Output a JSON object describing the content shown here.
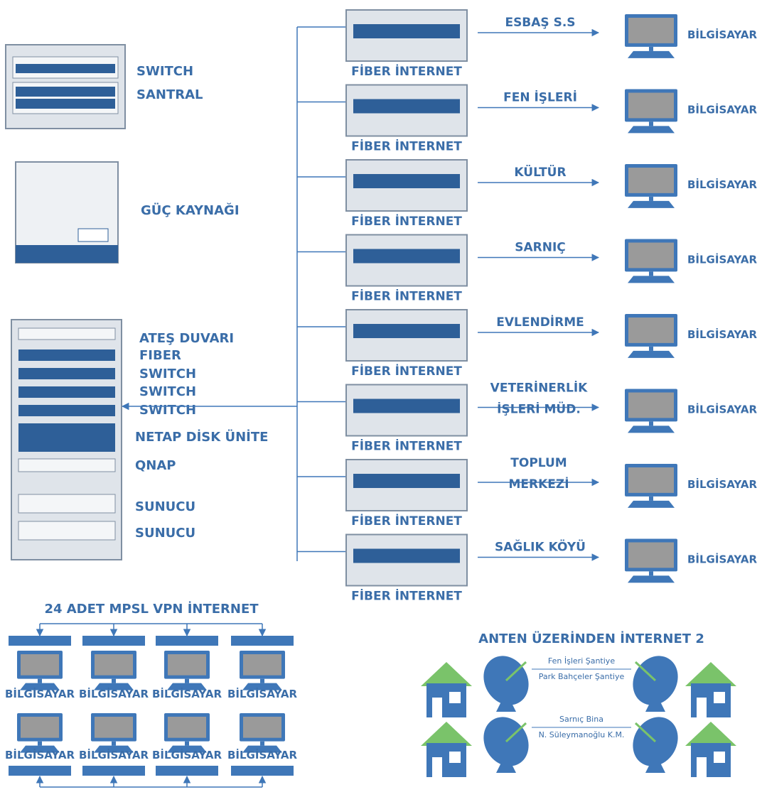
{
  "colors": {
    "blue": "#3f77b8",
    "dark_blue": "#1f5f9e",
    "rack_frame": "#dfe4ea",
    "rack_stroke": "#7f8fa2",
    "screen": "#9a9a9a",
    "house": "#3f77b8",
    "roof": "#7ac36a",
    "text": "#3a6da8"
  },
  "left_rack_top": {
    "labels": [
      "SWITCH",
      "SANTRAL"
    ]
  },
  "power_supply": {
    "label": "GÜÇ KAYNAĞI"
  },
  "main_rack": {
    "labels": [
      "ATEŞ DUVARI",
      "FIBER",
      "SWITCH",
      "SWITCH",
      "SWITCH",
      "NETAP DİSK ÜNİTE",
      "QNAP",
      "SUNUCU",
      "SUNUCU"
    ]
  },
  "branches": [
    {
      "device": "FİBER İNTERNET",
      "site": [
        "ESBAŞ S.S"
      ],
      "pc": "BİLGİSAYAR"
    },
    {
      "device": "FİBER İNTERNET",
      "site": [
        "FEN İŞLERİ"
      ],
      "pc": "BİLGİSAYAR"
    },
    {
      "device": "FİBER İNTERNET",
      "site": [
        "KÜLTÜR"
      ],
      "pc": "BİLGİSAYAR"
    },
    {
      "device": "FİBER İNTERNET",
      "site": [
        "SARNIÇ"
      ],
      "pc": "BİLGİSAYAR"
    },
    {
      "device": "FİBER İNTERNET",
      "site": [
        "EVLENDİRME"
      ],
      "pc": "BİLGİSAYAR"
    },
    {
      "device": "FİBER İNTERNET",
      "site": [
        "VETERİNERLİK",
        "İŞLERİ MÜD."
      ],
      "pc": "BİLGİSAYAR"
    },
    {
      "device": "FİBER İNTERNET",
      "site": [
        "TOPLUM",
        "MERKEZİ"
      ],
      "pc": "BİLGİSAYAR"
    },
    {
      "device": "FİBER İNTERNET",
      "site": [
        "SAĞLIK KÖYÜ"
      ],
      "pc": "BİLGİSAYAR"
    }
  ],
  "vpn": {
    "title": "24 ADET MPSL VPN İNTERNET",
    "pc_label": "BİLGİSAYAR"
  },
  "antenna": {
    "title": "ANTEN ÜZERİNDEN İNTERNET 2",
    "links": [
      [
        "Fen İşleri Şantiye",
        "Park Bahçeler Şantiye"
      ],
      [
        "Sarnıç Bina",
        "N. Süleymanoğlu K.M."
      ]
    ]
  }
}
